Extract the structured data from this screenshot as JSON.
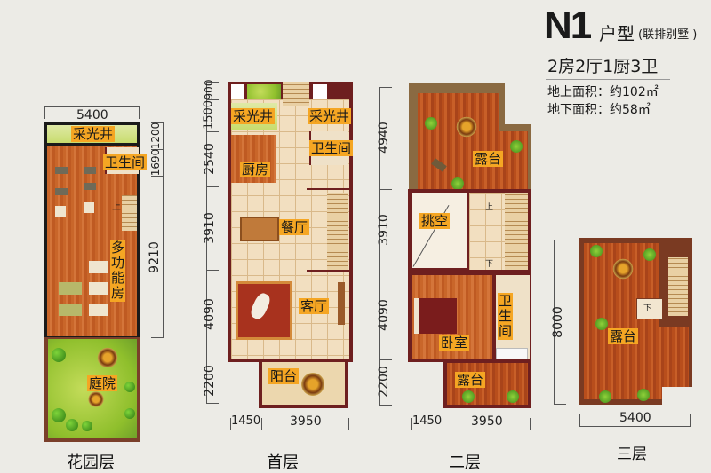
{
  "header": {
    "model": "N1",
    "type_label": "户型",
    "subtype": "(联排别墅 )",
    "layout": "2房2厅1厨3卫",
    "area_above_label": "地上面积：约102㎡",
    "area_below_label": "地下面积：约58㎡"
  },
  "floors": {
    "garden": {
      "name": "花园层",
      "top_width": "5400",
      "right_dims": [
        "1200",
        "1690",
        "9210"
      ],
      "rooms": {
        "lightwell": "采光井",
        "bathroom": "卫生间",
        "multi_room": "多功能房",
        "courtyard": "庭院",
        "stair_up": "上"
      }
    },
    "ground": {
      "name": "首层",
      "left_dims": [
        "900",
        "1500",
        "2540",
        "3910",
        "4090",
        "2200"
      ],
      "bottom_dims": [
        "1450",
        "3950"
      ],
      "rooms": {
        "lightwell_left": "采光井",
        "lightwell_right": "采光井",
        "kitchen": "厨房",
        "bathroom": "卫生间",
        "dining": "餐厅",
        "living": "客厅",
        "balcony": "阳台"
      }
    },
    "second": {
      "name": "二层",
      "left_dims": [
        "4940",
        "3910",
        "4090",
        "2200"
      ],
      "bottom_dims": [
        "1450",
        "3950"
      ],
      "rooms": {
        "terrace_top": "露台",
        "void": "挑空",
        "bedroom": "卧室",
        "bathroom": "卫生间",
        "terrace_bottom": "露台",
        "stair_up": "上",
        "stair_down": "下"
      }
    },
    "third": {
      "name": "三层",
      "left_dims": [
        "8000"
      ],
      "bottom_dims": [
        "5400"
      ],
      "rooms": {
        "terrace": "露台",
        "stair_down": "下"
      }
    }
  },
  "colors": {
    "background": "#ecebe6",
    "label_bg": "#f5a623",
    "wall": "#6e1f1f",
    "wood": "#c9662a",
    "grass": "#8fbf2c"
  }
}
